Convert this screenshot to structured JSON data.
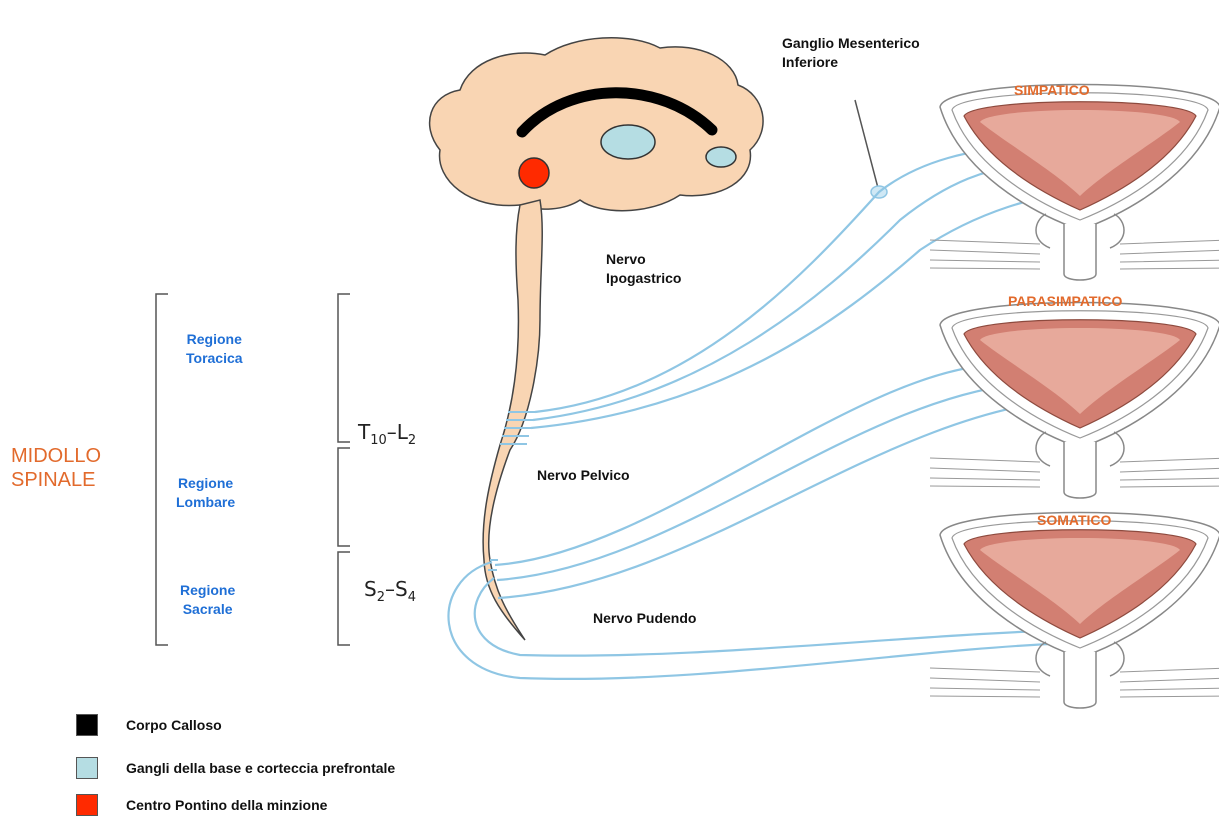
{
  "labels": {
    "ganglio": [
      "Ganglio Mesenterico",
      "Inferiore"
    ],
    "nervo_ipogastrico": [
      "Nervo",
      "Ipogastrico"
    ],
    "nervo_pelvico": "Nervo Pelvico",
    "nervo_pudendo": "Nervo Pudendo",
    "simpatico": "SIMPATICO",
    "parasimpatico": "PARASIMPATICO",
    "somatico": "SOMATICO",
    "midollo": [
      "MIDOLLO",
      "SPINALE"
    ],
    "regione_toracica": [
      "Regione",
      "Toracica"
    ],
    "regione_lombare": [
      "Regione",
      "Lombare"
    ],
    "regione_sacrale": [
      "Regione",
      "Sacrale"
    ],
    "seg_t": {
      "a": "T",
      "a_sub": "10",
      "dash": "–",
      "b": "L",
      "b_sub": "2"
    },
    "seg_s": {
      "a": "S",
      "a_sub": "2",
      "dash": "–",
      "b": "S",
      "b_sub": "4"
    }
  },
  "legend": [
    {
      "label": "Corpo Calloso",
      "color": "#000000"
    },
    {
      "label": "Gangli della base e corteccia prefrontale",
      "color": "#b5dde3"
    },
    {
      "label": "Centro Pontino della minzione",
      "color": "#ff2a00"
    }
  ],
  "colors": {
    "brain": "#f9d5b3",
    "nerve": "#8fc6e4",
    "region_text": "#1f6fd6",
    "heading_text": "#e26a2c",
    "bladder_muscle": "#d27f72"
  }
}
